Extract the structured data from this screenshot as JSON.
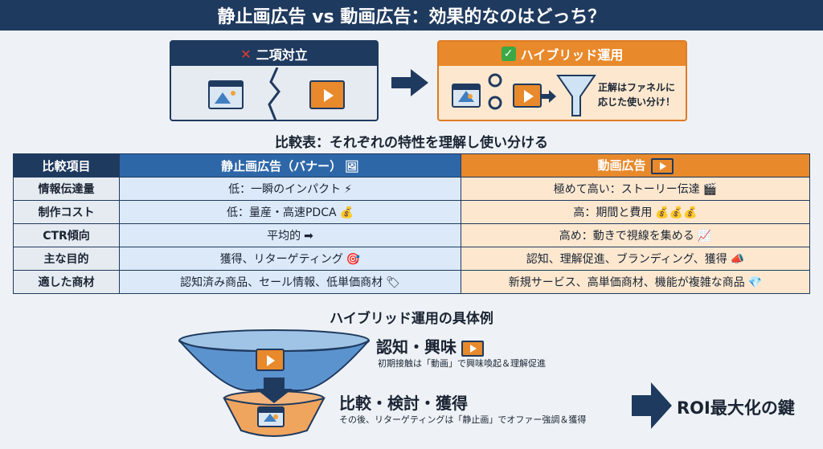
{
  "title": "静止画広告 vs 動画広告：効果的なのはどっち？",
  "left_box": {
    "title": "二項対立",
    "icon_left": "image-window-icon",
    "icon_right": "video-player-icon"
  },
  "right_box": {
    "title": "ハイブリッド運用",
    "caption_line1": "正解はファネルに",
    "caption_line2": "応じた使い分け！"
  },
  "comparison_heading": "比較表：それぞれの特性を理解し使い分ける",
  "table": {
    "headers": {
      "item": "比較項目",
      "static": "静止画広告（バナー）",
      "video": "動画広告"
    },
    "rows": [
      {
        "item": "情報伝達量",
        "static": "低：一瞬のインパクト",
        "static_emoji": "⚡",
        "video": "極めて高い：ストーリー伝達",
        "video_emoji": "🎬"
      },
      {
        "item": "制作コスト",
        "static": "低：量産・高速PDCA",
        "static_emoji": "💰",
        "video": "高：期間と費用",
        "video_emoji": "💰💰💰"
      },
      {
        "item": "CTR傾向",
        "static": "平均的",
        "static_emoji": "➡",
        "video": "高め：動きで視線を集める",
        "video_emoji": "📈"
      },
      {
        "item": "主な目的",
        "static": "獲得、リターゲティング",
        "static_emoji": "🎯",
        "video": "認知、理解促進、ブランディング、獲得",
        "video_emoji": "📣"
      },
      {
        "item": "適した商材",
        "static": "認知済み商品、セール情報、低単価商材",
        "static_emoji": "🏷",
        "video": "新規サービス、高単価商材、機能が複雑な商品",
        "video_emoji": "💎"
      }
    ]
  },
  "hybrid_heading": "ハイブリッド運用の具体例",
  "stages": [
    {
      "title": "認知・興味",
      "sub": "初期接触は「動画」で興味喚起＆理解促進"
    },
    {
      "title": "比較・検討・獲得",
      "sub": "その後、リターゲティングは「静止画」でオファー強調＆獲得"
    }
  ],
  "roi_label": "ROI最大化の鍵",
  "colors": {
    "navy": "#1f3a5f",
    "blue": "#2e67a8",
    "orange": "#e8892b",
    "light_blue": "#dbe9f8",
    "light_orange": "#fde8cf"
  }
}
